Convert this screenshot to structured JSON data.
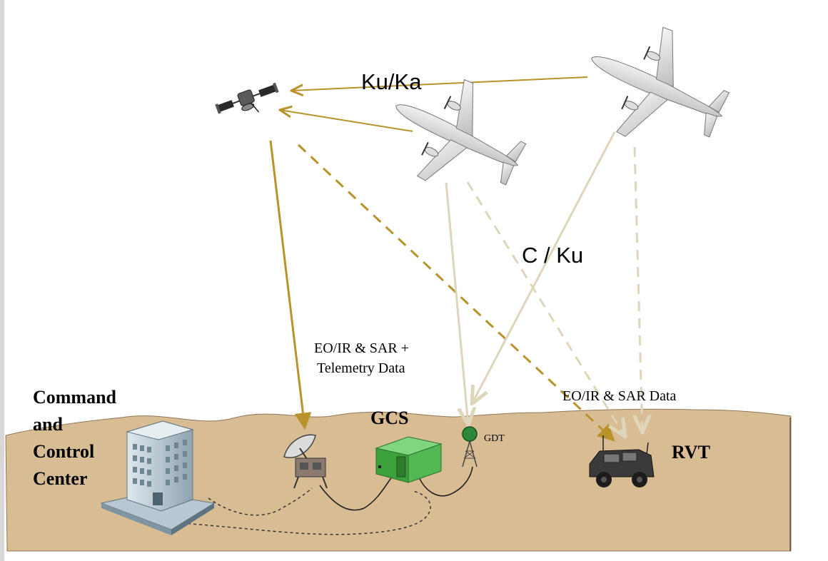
{
  "labels": {
    "band_satcom": "Ku/Ka",
    "band_los": "C / Ku",
    "gcs_link": [
      "EO/IR & SAR +",
      "Telemetry Data"
    ],
    "rvt_link": "EO/IR & SAR Data",
    "command_center": [
      "Command",
      "and",
      "Control",
      "Center"
    ],
    "gcs": "GCS",
    "gdt": "GDT",
    "rvt": "RVT"
  },
  "colors": {
    "satcom_link": "#b8922a",
    "los_link": "#ddd6ba",
    "ground": "#d8bd94",
    "cable": "#333333"
  },
  "icons": [
    "satellite-icon",
    "aircraft-icon",
    "building-icon",
    "satellite-dish-icon",
    "shelter-icon",
    "antenna-tower-icon",
    "military-vehicle-icon"
  ]
}
